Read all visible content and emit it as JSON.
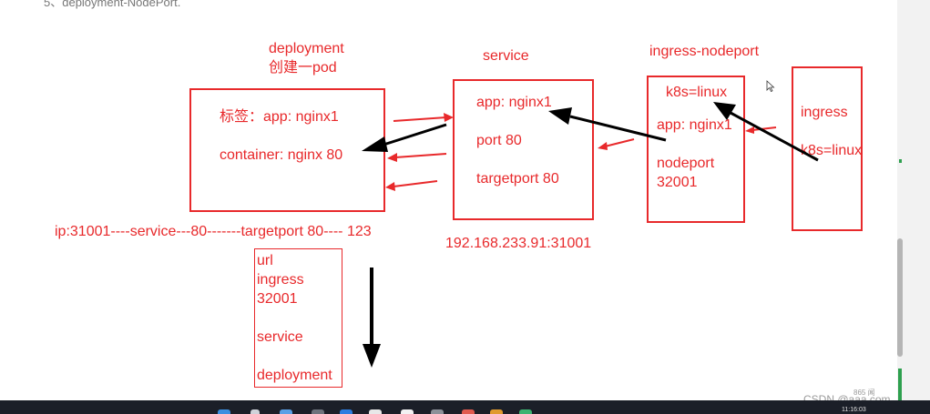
{
  "header_cut_text": "5、deployment-NodePort.",
  "deployment": {
    "title": "deployment",
    "subtitle": "创建一pod",
    "label_line": "标签：app: nginx1",
    "container_line": "container: nginx 80"
  },
  "service": {
    "title": "service",
    "app": "app: nginx1",
    "port": "port 80",
    "targetport": "targetport 80",
    "address": "192.168.233.91:31001"
  },
  "ingress_nodeport": {
    "title": "ingress-nodeport",
    "k8s": "k8s=linux",
    "app": "app: nginx1",
    "nodeport": "nodeport",
    "nodeport_value": "32001"
  },
  "ingress": {
    "title": "ingress",
    "k8s": "k8s=linux"
  },
  "flow_line": "ip:31001----service---80-------targetport 80---- 123",
  "order_list": [
    "url",
    "ingress",
    "32001",
    "",
    "service",
    "",
    "deployment"
  ],
  "watermark": "CSDN @aaa.com",
  "watermark_small": "865 闻",
  "taskbar_clock": "11:16:03",
  "colors": {
    "accent": "#e8292b",
    "arrow": "#000000",
    "taskbar": "#1b1f28"
  }
}
